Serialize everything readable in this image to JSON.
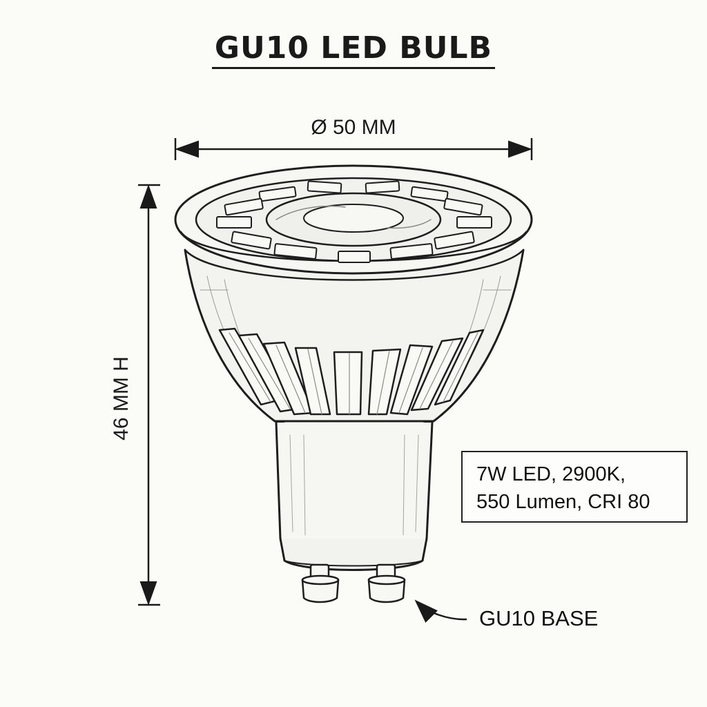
{
  "title": "GU10 LED BULB",
  "dimensions": {
    "width_label": "Ø 50 MM",
    "height_label": "46 MM H"
  },
  "specs": {
    "line1": "7W LED, 2900K,",
    "line2": "550 Lumen, CRI 80"
  },
  "callouts": {
    "base_label": "GU10 BASE"
  },
  "colors": {
    "ink": "#1a1a1a",
    "paper": "#fbfbf8"
  },
  "icons": {
    "bulb": "gu10-led-bulb-icon",
    "arrow": "curved-arrow-icon"
  }
}
